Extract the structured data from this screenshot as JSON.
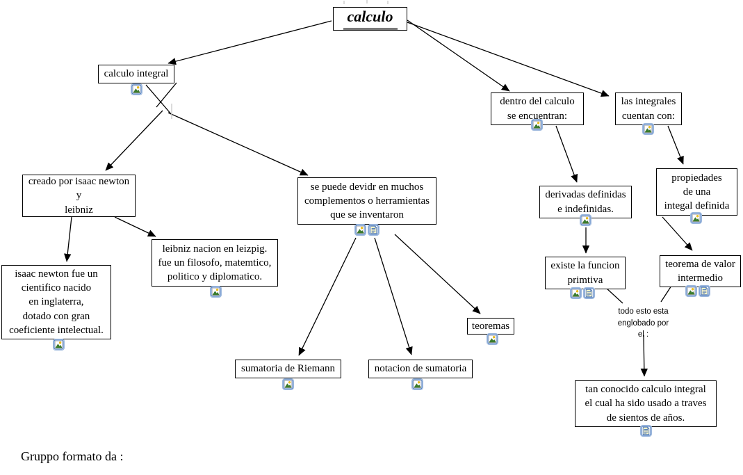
{
  "diagram": {
    "title": "calculo",
    "footer": "Gruppo formato da :",
    "linking_phrase": "todo esto esta\nenglobado por\nel :",
    "nodes": {
      "calculo_integral": "calculo integral",
      "dentro_del_calculo": "dentro del calculo\nse encuentran:",
      "las_integrales": "las integrales\ncuentan con:",
      "creado_por": "creado por isaac newton\ny\nleibniz",
      "se_puede_dividir": "se puede devidr en muchos\ncomplementos o herramientas\nque se inventaron",
      "isaac_newton": "isaac newton fue un\ncientifico nacido\nen inglaterra,\ndotado con gran\ncoeficiente intelectual.",
      "leibniz": "leibniz nacion en leizpig.\nfue un filosofo, matemtico,\npolitico y diplomatico.",
      "sumatoria": "sumatoria de Riemann",
      "notacion": "notacion de sumatoria",
      "teoremas": "teoremas",
      "derivadas": "derivadas definidas\ne indefinidas.",
      "existe_funcion": "existe la funcion\nprimtiva",
      "propiedades": "propiedades\nde una\nintegal definida",
      "teorema_valor": "teorema de valor\nintermedio",
      "tan_conocido": "tan conocido calculo integral\nel cual ha sido usado a traves\nde sientos de años."
    },
    "icons": {
      "image_resource": "image-attachment",
      "text_resource": "text-attachment"
    },
    "colors": {
      "box_border": "#000000",
      "background": "#ffffff",
      "icon_border": "#3f6fb5",
      "icon_glow": "#cfe2f7",
      "sun": "#f5c518",
      "mountain": "#3a7d2c",
      "doc_page": "#fdf6c9",
      "doc_lines": "#3f6fb5",
      "title_underline": "#787878"
    }
  }
}
